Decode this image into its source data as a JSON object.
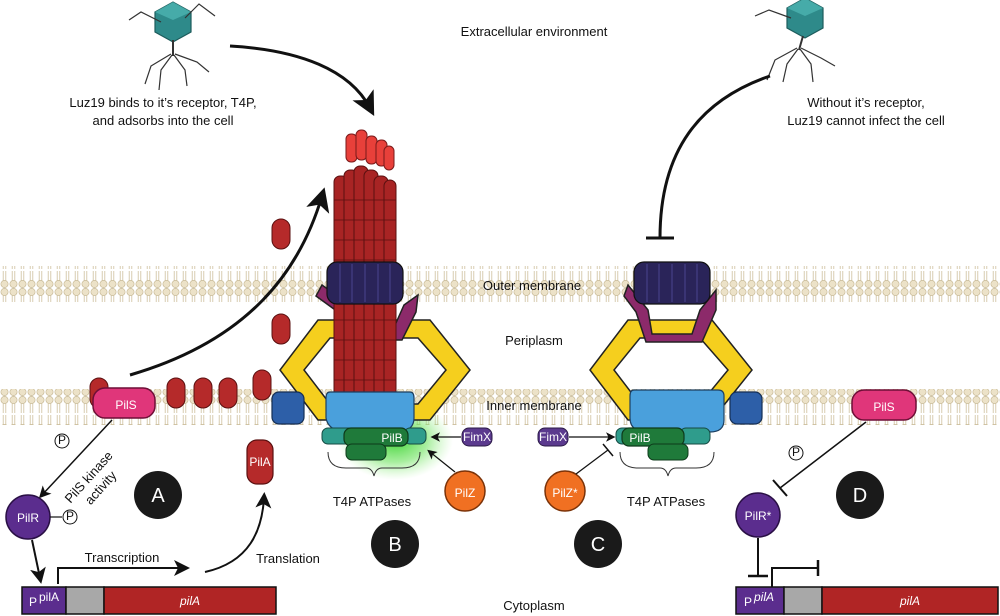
{
  "labels": {
    "extracellular": "Extracellular environment",
    "luz19_binds_line1": "Luz19 binds to it’s receptor, T4P,",
    "luz19_binds_line2": "and adsorbs into the cell",
    "without_receptor_line1": "Without it’s receptor,",
    "without_receptor_line2": "Luz19 cannot infect the cell",
    "outer_membrane": "Outer membrane",
    "periplasm": "Periplasm",
    "inner_membrane": "Inner membrane",
    "cytoplasm": "Cytoplasm",
    "transcription": "Transcription",
    "translation": "Translation",
    "pils_kinase_line1": "PilS kinase",
    "pils_kinase_line2": "activity",
    "t4p_atpases_left": "T4P ATPases",
    "t4p_atpases_right": "T4P ATPases"
  },
  "proteins": {
    "pils_left": "PilS",
    "pils_right": "PilS",
    "pilr": "PilR",
    "pilr_star": "PilR*",
    "pila": "PilA",
    "pilb_left": "PilB",
    "pilb_right": "PilB",
    "pilz": "PilZ",
    "pilz_star": "PilZ*",
    "fimx_left": "FimX",
    "fimx_right": "FimX",
    "phospho": "P"
  },
  "genes": {
    "promoter_left_main": "P",
    "promoter_left_sup": "pilA",
    "gene_left": "pilA",
    "promoter_right_main": "P",
    "promoter_right_sup": "pilA",
    "gene_right": "pilA"
  },
  "panels": {
    "a": "A",
    "b": "B",
    "c": "C",
    "d": "D"
  },
  "colors": {
    "pils": "#e0367a",
    "pilr": "#5b2d8e",
    "pila": "#b52a2a",
    "pilin_filament": "#a82424",
    "pilin_tip": "#e8403a",
    "secretin": "#2a2459",
    "secretin_ring": "#8c2a6a",
    "platform": "#f5cf1e",
    "pilc": "#4aa0dc",
    "side_blue": "#2d5fa8",
    "pilb": "#1f7a3a",
    "teal": "#2f9c8c",
    "pilz": "#f07022",
    "fimx": "#5b3a8e",
    "glow": "#38d22f",
    "panel_circle": "#1a1a1a",
    "gene_body": "#b02525",
    "gene_gray": "#a8a8a8",
    "membrane_head": "#e9dec4",
    "phage": "#2e8a8a"
  }
}
